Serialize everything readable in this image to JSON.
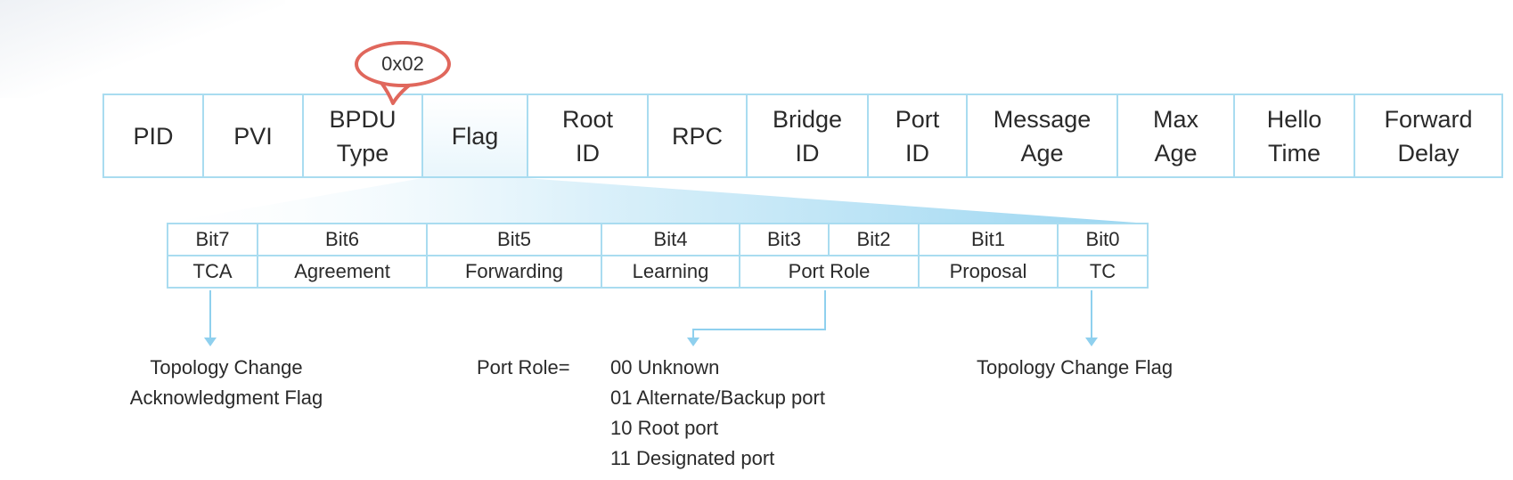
{
  "callout": {
    "text": "0x02",
    "color": "#e0675c"
  },
  "bpdu_fields": [
    {
      "label": "PID"
    },
    {
      "label": "PVI"
    },
    {
      "label": "BPDU\nType"
    },
    {
      "label": "Flag",
      "highlighted": true
    },
    {
      "label": "Root\nID"
    },
    {
      "label": "RPC"
    },
    {
      "label": "Bridge\nID"
    },
    {
      "label": "Port\nID"
    },
    {
      "label": "Message\nAge"
    },
    {
      "label": "Max\nAge"
    },
    {
      "label": "Hello\nTime"
    },
    {
      "label": "Forward\nDelay"
    }
  ],
  "flag_table": {
    "bits": [
      "Bit7",
      "Bit6",
      "Bit5",
      "Bit4",
      "Bit3",
      "Bit2",
      "Bit1",
      "Bit0"
    ],
    "meanings": [
      "TCA",
      "Agreement",
      "Forwarding",
      "Learning",
      "Port Role",
      "Proposal",
      "TC"
    ]
  },
  "descriptions": {
    "tca": "Topology Change\nAcknowledgment Flag",
    "port_role_label": "Port Role=",
    "port_roles": [
      "00 Unknown",
      "01 Alternate/Backup port",
      "10 Root port",
      "11 Designated port"
    ],
    "tc": "Topology Change Flag"
  },
  "colors": {
    "border": "#a9dcf0",
    "arrow": "#8fd0ee",
    "accent": "#e0675c"
  }
}
